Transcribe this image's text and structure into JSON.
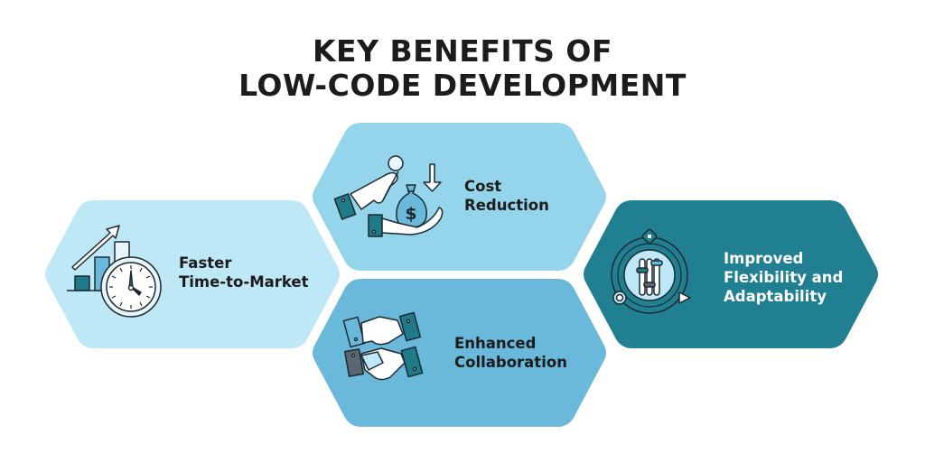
{
  "title": {
    "line1": "KEY BENEFITS OF",
    "line2": "LOW-CODE DEVELOPMENT"
  },
  "colors": {
    "hex_light": "#bfe8f7",
    "hex_mid": "#94d5ec",
    "hex_blue": "#6ab9db",
    "hex_teal": "#217f92",
    "icon_teal": "#1f7a8a",
    "dark_text": "#1c1c1c",
    "white_text": "#ffffff"
  },
  "benefits": [
    {
      "id": "faster",
      "line1": "Faster",
      "line2": "Time-to-Market",
      "icon": "chart-clock-icon"
    },
    {
      "id": "cost",
      "line1": "Cost",
      "line2": "Reduction",
      "icon": "money-bag-hands-icon"
    },
    {
      "id": "collab",
      "line1": "Enhanced",
      "line2": "Collaboration",
      "icon": "handshake-icon"
    },
    {
      "id": "flex",
      "line1": "Improved",
      "line2": "Flexibility and",
      "line3": "Adaptability",
      "icon": "sliders-cycle-icon"
    }
  ]
}
